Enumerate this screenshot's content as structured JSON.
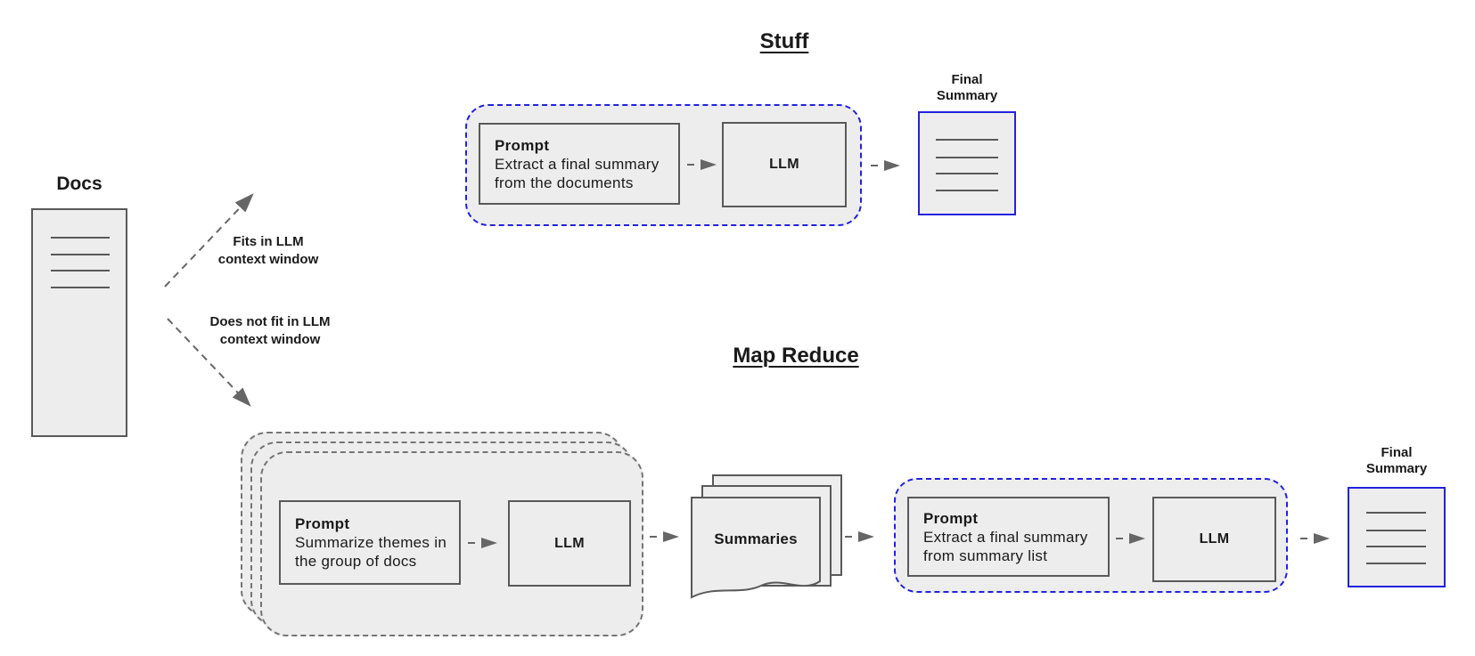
{
  "docs": {
    "label": "Docs"
  },
  "branches": {
    "fits_line1": "Fits in LLM",
    "fits_line2": "context window",
    "not_fit_line1": "Does not fit in LLM",
    "not_fit_line2": "context window"
  },
  "stuff": {
    "title": "Stuff",
    "prompt_heading": "Prompt",
    "prompt_body_line1": "Extract a final summary",
    "prompt_body_line2": "from the documents",
    "llm_label": "LLM",
    "final_summary_line1": "Final",
    "final_summary_line2": "Summary"
  },
  "map_reduce": {
    "title": "Map Reduce",
    "map_prompt_heading": "Prompt",
    "map_prompt_body_line1": "Summarize themes in",
    "map_prompt_body_line2": "the group of docs",
    "map_llm_label": "LLM",
    "summaries_label": "Summaries",
    "reduce_prompt_heading": "Prompt",
    "reduce_prompt_body_line1": "Extract a final summary",
    "reduce_prompt_body_line2": "from summary list",
    "reduce_llm_label": "LLM",
    "final_summary_line1": "Final",
    "final_summary_line2": "Summary"
  },
  "colors": {
    "accent_blue": "#2222dd",
    "shape_fill": "#ededed",
    "shape_border": "#595959",
    "arrow_gray": "#666666",
    "stack_dash_gray": "#757575"
  }
}
